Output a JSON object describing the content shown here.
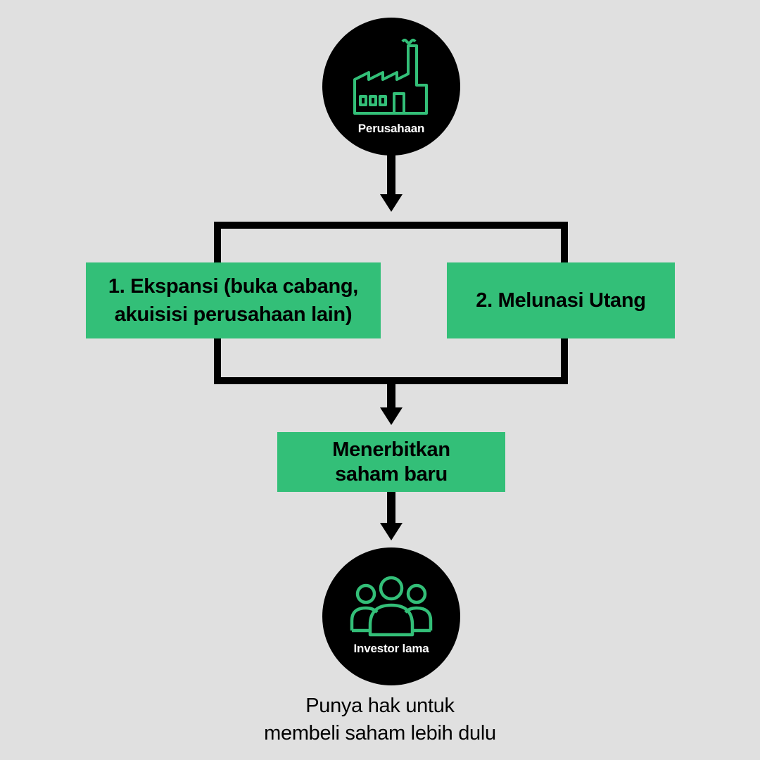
{
  "colors": {
    "background": "#e0e0e0",
    "accent": "#33bf78",
    "dark": "#000000"
  },
  "top_node": {
    "label": "Perusahaan",
    "icon": "factory-icon"
  },
  "option_1": {
    "line1": "1. Ekspansi (buka cabang,",
    "line2": "akuisisi perusahaan lain)"
  },
  "option_2": {
    "label": "2. Melunasi Utang"
  },
  "action": {
    "line1": "Menerbitkan",
    "line2": "saham baru"
  },
  "bottom_node": {
    "label": "Investor lama",
    "icon": "people-group-icon"
  },
  "caption": {
    "line1": "Punya hak untuk",
    "line2": "membeli saham lebih dulu"
  }
}
